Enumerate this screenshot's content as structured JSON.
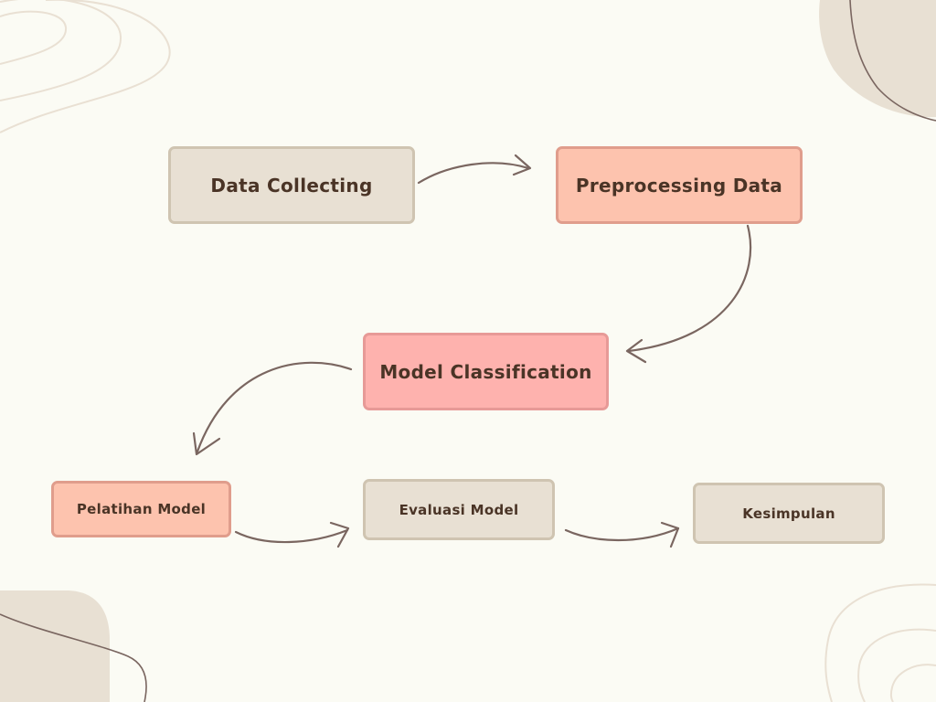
{
  "diagram": {
    "nodes": {
      "data_collecting": "Data Collecting",
      "preprocessing": "Preprocessing Data",
      "model_classification": "Model Classification",
      "pelatihan": "Pelatihan Model",
      "evaluasi": "Evaluasi Model",
      "kesimpulan": "Kesimpulan"
    },
    "edges": [
      [
        "Data Collecting",
        "Preprocessing Data"
      ],
      [
        "Preprocessing Data",
        "Model Classification"
      ],
      [
        "Model Classification",
        "Pelatihan Model"
      ],
      [
        "Pelatihan Model",
        "Evaluasi Model"
      ],
      [
        "Evaluasi Model",
        "Kesimpulan"
      ]
    ]
  },
  "colors": {
    "background": "#fbfbf4",
    "beige": "#e8e0d3",
    "salmon": "#fdc3ae",
    "pink": "#feb2ae",
    "text": "#4a3426",
    "arrow": "#7a6660"
  }
}
